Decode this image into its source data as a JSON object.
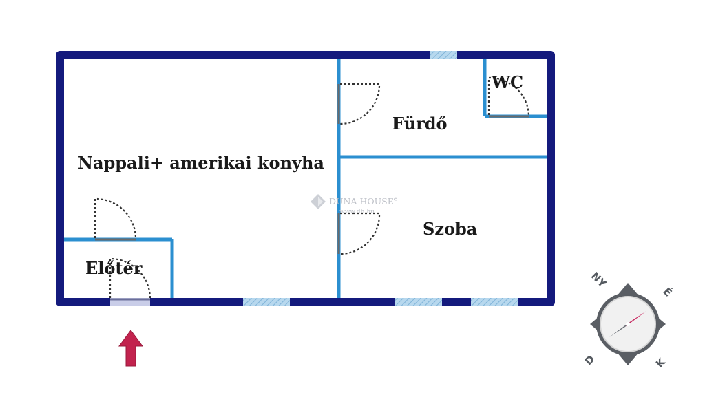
{
  "rooms": {
    "living": "Nappali+ amerikai konyha",
    "bathroom": "Fürdő",
    "wc": "WC",
    "bedroom": "Szoba",
    "hall": "Előtér"
  },
  "watermark": {
    "brand": "DUNA HOUSE°",
    "url": "www.dh.hu"
  },
  "compass": {
    "north": "É",
    "east": "K",
    "south": "D",
    "west": "NY"
  },
  "colors": {
    "outer_wall": "#141a7d",
    "inner_wall": "#2b8fd0",
    "window": "#a8cfe8",
    "door_swing": "#333333",
    "entrance_arrow": "#c2234e",
    "compass_needle": "#c8205a"
  },
  "icons": {
    "entrance": "entrance-arrow-icon",
    "compass": "compass-icon",
    "watermark": "diamond-logo-icon"
  }
}
